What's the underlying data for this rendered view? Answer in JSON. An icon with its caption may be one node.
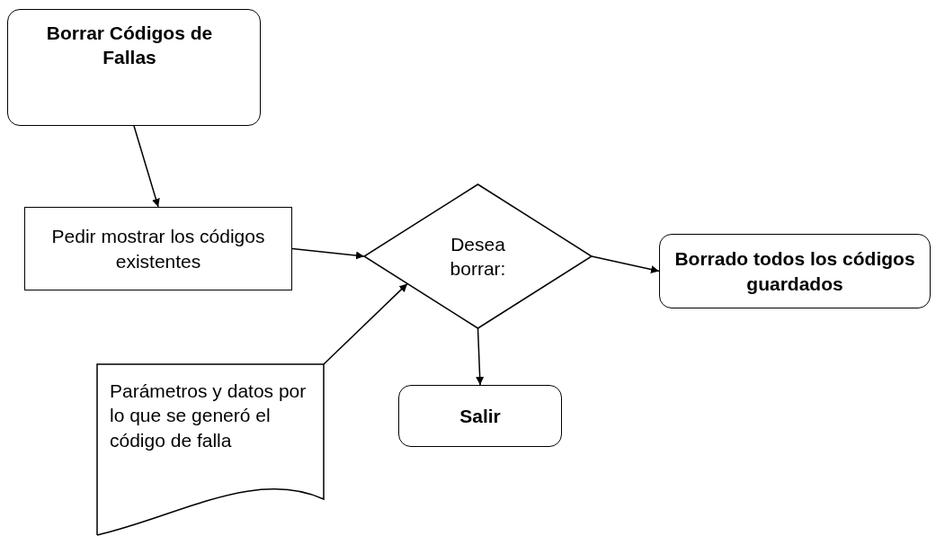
{
  "diagram": {
    "nodes": [
      {
        "text": [
          "Borrar Códigos de Fallas"
        ]
      },
      {
        "text": [
          "Pedir mostrar los códigos existentes"
        ]
      },
      {
        "text": [
          "Desea borrar:"
        ]
      },
      {
        "text": [
          "Borrado todos los códigos guardados"
        ]
      },
      {
        "text": [
          "Salir"
        ]
      },
      {
        "text": [
          "Parámetros y datos por lo que se generó el código de falla"
        ]
      }
    ],
    "edges": [
      {
        "from": 0,
        "to": 1,
        "arrow": "to"
      },
      {
        "from": 1,
        "to": 2,
        "arrow": "to"
      },
      {
        "from": 2,
        "to": 3,
        "arrow": "to"
      },
      {
        "from": 2,
        "to": 4,
        "arrow": "to"
      },
      {
        "from": 5,
        "to": 2,
        "arrow": "to"
      }
    ]
  }
}
